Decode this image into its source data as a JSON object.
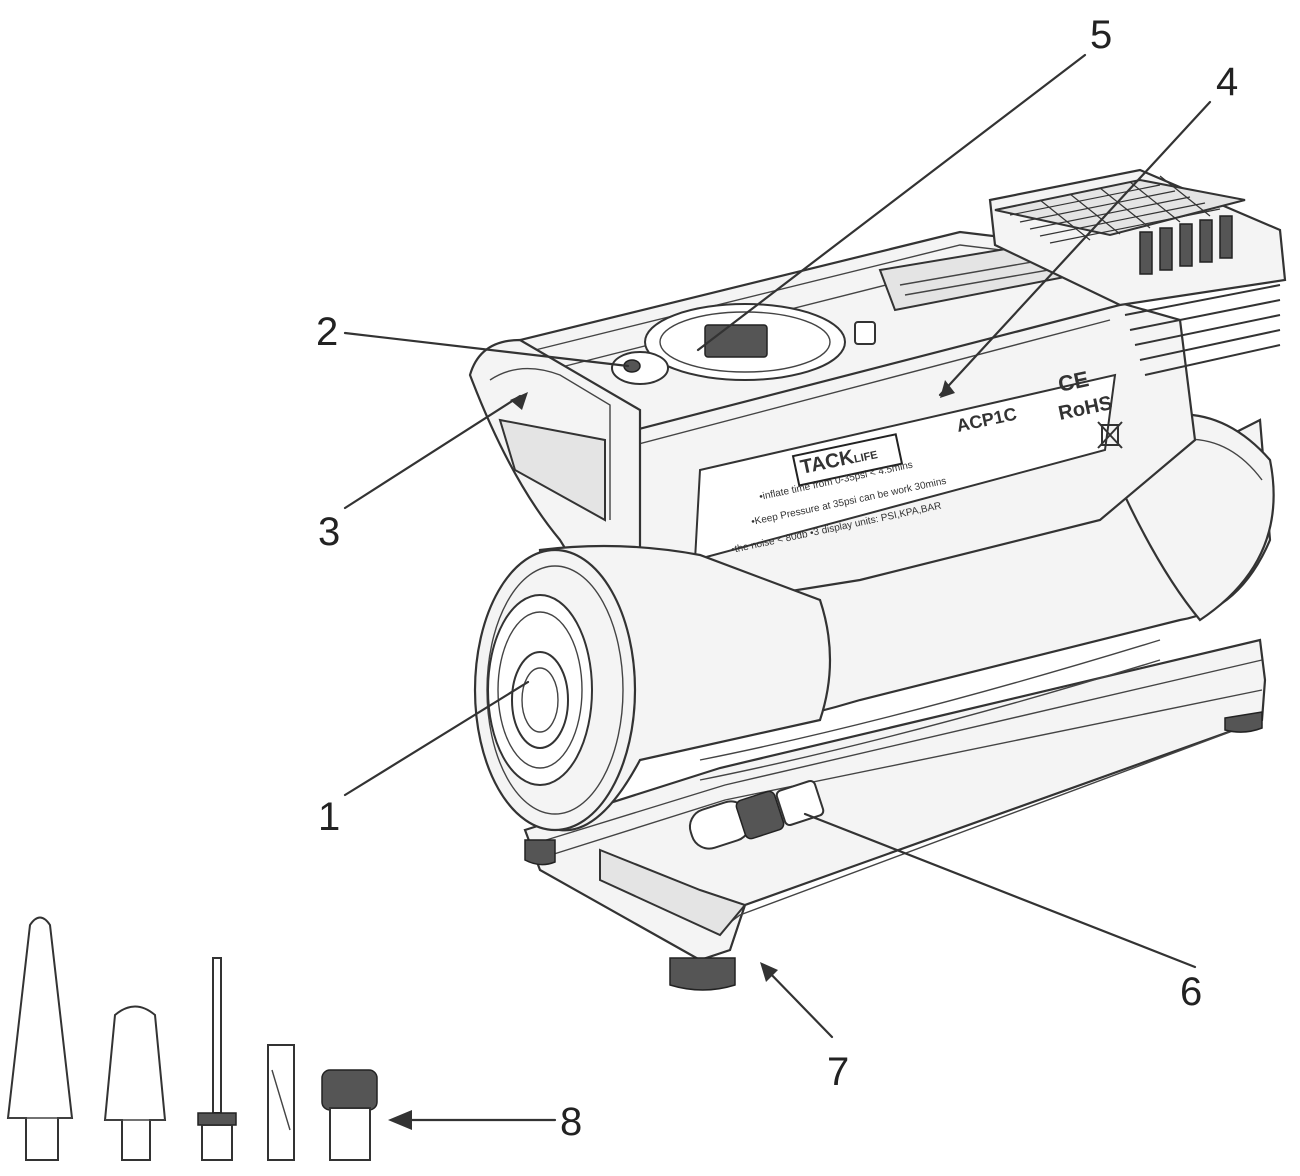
{
  "product": {
    "brand": "TACK",
    "brand_suffix": "LIFE",
    "model": "ACP1C",
    "cert_ce": "CE",
    "cert_rohs": "RoHS",
    "specs": [
      "•inflate time from 0-35psi < 4.5mins",
      "•Keep Pressure at 35psi can be work 30mins",
      "•the noise < 80db   •3 display units: PSI,KPA,BAR"
    ]
  },
  "callouts": [
    "1",
    "2",
    "3",
    "4",
    "5",
    "6",
    "7",
    "8"
  ]
}
